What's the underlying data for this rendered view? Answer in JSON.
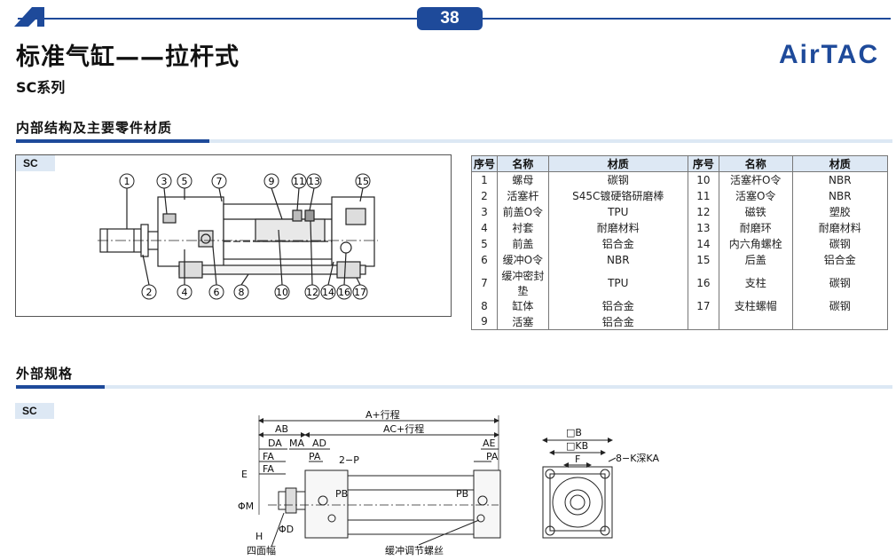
{
  "header": {
    "page_number": "38",
    "title": "标准气缸——拉杆式",
    "subtitle": "SC系列",
    "logo_text": "AirTAC"
  },
  "sections": {
    "internal": "内部结构及主要零件材质",
    "external": "外部规格"
  },
  "diagram_tag": "SC",
  "external_tag": "SC",
  "part_callouts_top": [
    "1",
    "3",
    "5",
    "7",
    "9",
    "11",
    "13",
    "15"
  ],
  "part_callouts_bottom": [
    "2",
    "4",
    "6",
    "8",
    "10",
    "12",
    "14",
    "16",
    "17"
  ],
  "materials_table": {
    "headers": [
      "序号",
      "名称",
      "材质",
      "序号",
      "名称",
      "材质"
    ],
    "rows": [
      [
        "1",
        "螺母",
        "碳钢",
        "10",
        "活塞杆O令",
        "NBR"
      ],
      [
        "2",
        "活塞杆",
        "S45C镀硬铬研磨棒",
        "11",
        "活塞O令",
        "NBR"
      ],
      [
        "3",
        "前盖O令",
        "TPU",
        "12",
        "磁铁",
        "塑胶"
      ],
      [
        "4",
        "衬套",
        "耐磨材料",
        "13",
        "耐磨环",
        "耐磨材料"
      ],
      [
        "5",
        "前盖",
        "铝合金",
        "14",
        "内六角螺栓",
        "碳钢"
      ],
      [
        "6",
        "缓冲O令",
        "NBR",
        "15",
        "后盖",
        "铝合金"
      ],
      [
        "7",
        "缓冲密封垫",
        "TPU",
        "16",
        "支柱",
        "碳钢"
      ],
      [
        "8",
        "缸体",
        "铝合金",
        "17",
        "支柱螺帽",
        "碳钢"
      ],
      [
        "9",
        "活塞",
        "铝合金",
        "",
        "",
        ""
      ]
    ]
  },
  "dimension_labels": {
    "a_stroke": "A+行程",
    "ab": "AB",
    "ac_stroke": "AC+行程",
    "da": "DA",
    "ma": "MA",
    "ad": "AD",
    "ae": "AE",
    "fa1": "FA",
    "fa2": "FA",
    "pa1": "PA",
    "pa2": "PA",
    "p": "2−P",
    "pb1": "PB",
    "pb2": "PB",
    "e": "E",
    "phim": "ΦM",
    "phid": "ΦD",
    "h": "H",
    "wrench": "四面幅",
    "cushion": "缓冲调节螺丝",
    "b": "□B",
    "kb": "□KB",
    "f": "F",
    "k": "8−K深KA"
  }
}
